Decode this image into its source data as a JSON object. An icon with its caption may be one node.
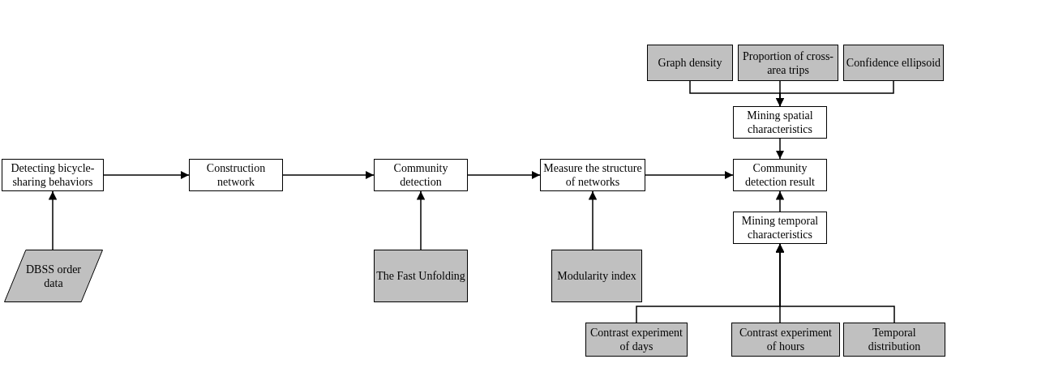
{
  "diagram": {
    "nodes": [
      {
        "text": [
          "Graph density"
        ]
      },
      {
        "text": [
          "Proportion of cross-area trips"
        ]
      },
      {
        "text": [
          "Confidence ellipsoid"
        ]
      },
      {
        "text": [
          "Mining spatial characteristics"
        ]
      },
      {
        "text": [
          "Detecting bicycle-sharing behaviors"
        ]
      },
      {
        "text": [
          "Construction network"
        ]
      },
      {
        "text": [
          "Community detection"
        ]
      },
      {
        "text": [
          "Measure the structure of networks"
        ]
      },
      {
        "text": [
          "Community detection result"
        ]
      },
      {
        "text": [
          "Mining temporal characteristics"
        ]
      },
      {
        "text": [
          "DBSS order data"
        ]
      },
      {
        "text": [
          "The Fast Unfolding"
        ]
      },
      {
        "text": [
          "Modularity index"
        ]
      },
      {
        "text": [
          "Contrast experiment of days"
        ]
      },
      {
        "text": [
          "Contrast experiment of hours"
        ]
      },
      {
        "text": [
          "Temporal distribution"
        ]
      }
    ],
    "edges": [
      {
        "from": 0,
        "to": 3,
        "arrow": "to"
      },
      {
        "from": 1,
        "to": 3,
        "arrow": "to"
      },
      {
        "from": 2,
        "to": 3,
        "arrow": "to"
      },
      {
        "from": 3,
        "to": 8,
        "arrow": "to"
      },
      {
        "from": 4,
        "to": 5,
        "arrow": "to"
      },
      {
        "from": 5,
        "to": 6,
        "arrow": "to"
      },
      {
        "from": 6,
        "to": 7,
        "arrow": "to"
      },
      {
        "from": 7,
        "to": 8,
        "arrow": "to"
      },
      {
        "from": 10,
        "to": 4,
        "arrow": "to"
      },
      {
        "from": 11,
        "to": 6,
        "arrow": "to"
      },
      {
        "from": 12,
        "to": 7,
        "arrow": "to"
      },
      {
        "from": 9,
        "to": 8,
        "arrow": "to"
      },
      {
        "from": 13,
        "to": 9,
        "arrow": "to"
      },
      {
        "from": 14,
        "to": 9,
        "arrow": "to"
      },
      {
        "from": 15,
        "to": 9,
        "arrow": "to"
      }
    ]
  }
}
